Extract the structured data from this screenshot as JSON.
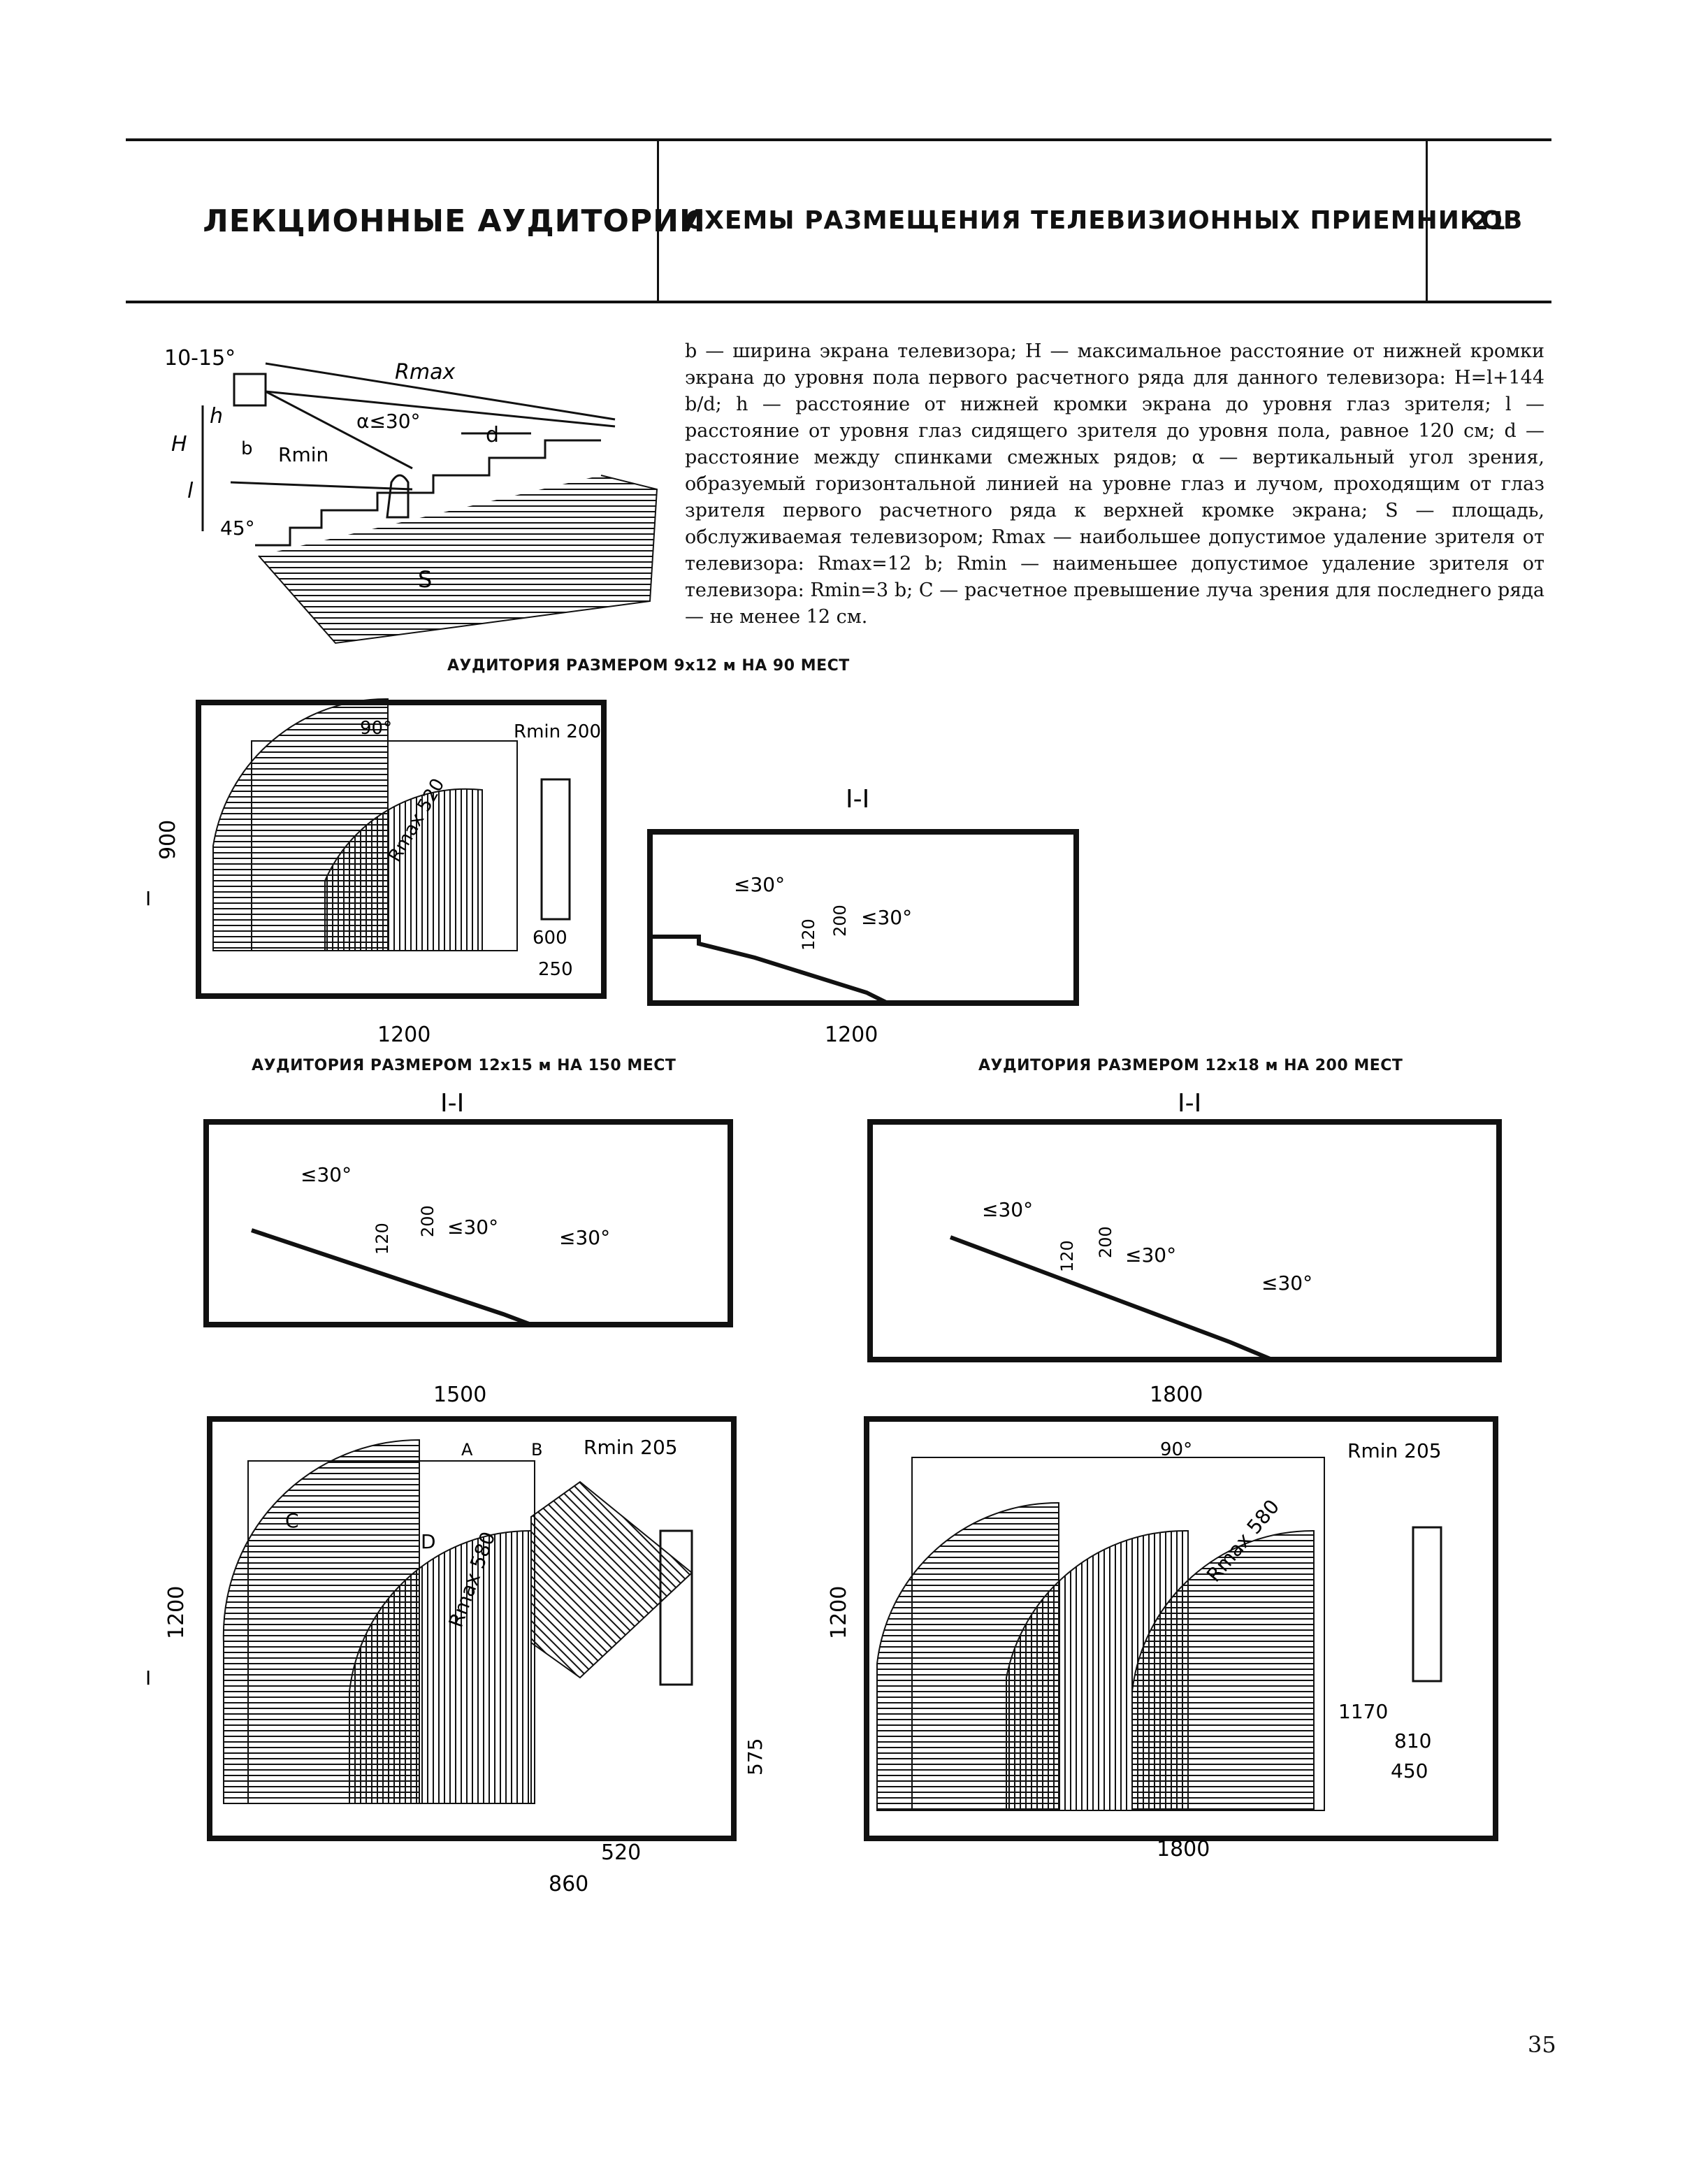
{
  "header": {
    "section": "ЛЕКЦИОННЫЕ АУДИТОРИИ",
    "title": "СХЕМЫ РАЗМЕЩЕНИЯ ТЕЛЕВИЗИОННЫХ ПРИЕМНИКОВ",
    "sheet": "21"
  },
  "legend_text": "b — ширина экрана телевизора; H — максимальное расстояние от нижней кромки экрана до уровня пола первого расчетного ряда для данного телевизора: H=l+144 b/d; h — расстояние от нижней кромки экрана до уровня глаз зрителя; l — расстояние от уровня глаз сидящего зрителя до уровня пола, равное 120 см; d — расстояние между спинками смежных рядов; α — вертикальный угол зрения, образуемый горизонтальной линией на уровне глаз и лучом, проходящим от глаз зрителя первого расчетного ряда к верхней кромке экрана; S — площадь, обслуживаемая телевизором; Rmax — наибольшее допустимое удаление зрителя от телевизора: Rmax=12 b; Rmin — наименьшее допустимое удаление зрителя от телевизора: Rmin=3 b; C — расчетное превышение луча зрения для последнего ряда — не менее 12 см.",
  "schema": {
    "angle_tilt": "10-15°",
    "rmax": "Rmax",
    "alpha": "α≤30°",
    "d": "d",
    "b": "b",
    "rmin": "Rmin",
    "h_small": "h",
    "h_big": "H",
    "l": "l",
    "angle45": "45°",
    "s": "S"
  },
  "captions": {
    "room1": "АУДИТОРИЯ РАЗМЕРОМ 9x12 м НА 90 МЕСТ",
    "room2": "АУДИТОРИЯ РАЗМЕРОМ 12x15 м НА 150 МЕСТ",
    "room3": "АУДИТОРИЯ РАЗМЕРОМ 12x18 м НА 200 МЕСТ"
  },
  "labels": {
    "section_mark": "I-I",
    "section_letter": "I",
    "angle_le30": "≤30°",
    "d120": "120",
    "d200": "200",
    "angle90": "90°",
    "room1_rmin": "Rmin 200",
    "room1_rmax": "Rmax 520",
    "room1_w": "1200",
    "room1_h": "900",
    "room1_d600": "600",
    "room1_d250": "250",
    "room1_sec_w": "1200",
    "room2_w": "1500",
    "room2_h": "1200",
    "room2_rmin": "Rmin 205",
    "room2_rmax": "Rmax 580",
    "room2_a": "A",
    "room2_b": "B",
    "room2_c": "C",
    "room2_d": "D",
    "room2_d575": "575",
    "room2_d520": "520",
    "room2_d860": "860",
    "room3_w": "1800",
    "room3_h": "1200",
    "room3_rmin": "Rmin 205",
    "room3_rmax": "Rmax 580",
    "room3_d1170": "1170",
    "room3_d810": "810",
    "room3_d450": "450",
    "room3_w_bottom": "1800"
  },
  "page_number": "35"
}
